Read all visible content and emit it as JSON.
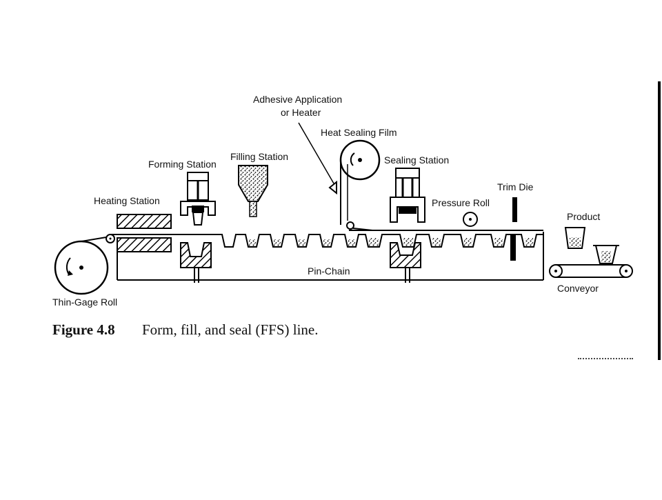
{
  "diagram": {
    "labels": {
      "adhesive_line1": "Adhesive Application",
      "adhesive_line2": "or Heater",
      "heat_sealing_film": "Heat Sealing Film",
      "filling_station": "Filling Station",
      "forming_station": "Forming Station",
      "sealing_station": "Sealing Station",
      "heating_station": "Heating Station",
      "trim_die": "Trim Die",
      "pressure_roll": "Pressure Roll",
      "product": "Product",
      "pin_chain": "Pin-Chain",
      "conveyor": "Conveyor",
      "thin_gage_roll": "Thin-Gage Roll"
    },
    "caption": {
      "number": "Figure 4.8",
      "text": "Form, fill, and seal (FFS) line."
    }
  }
}
